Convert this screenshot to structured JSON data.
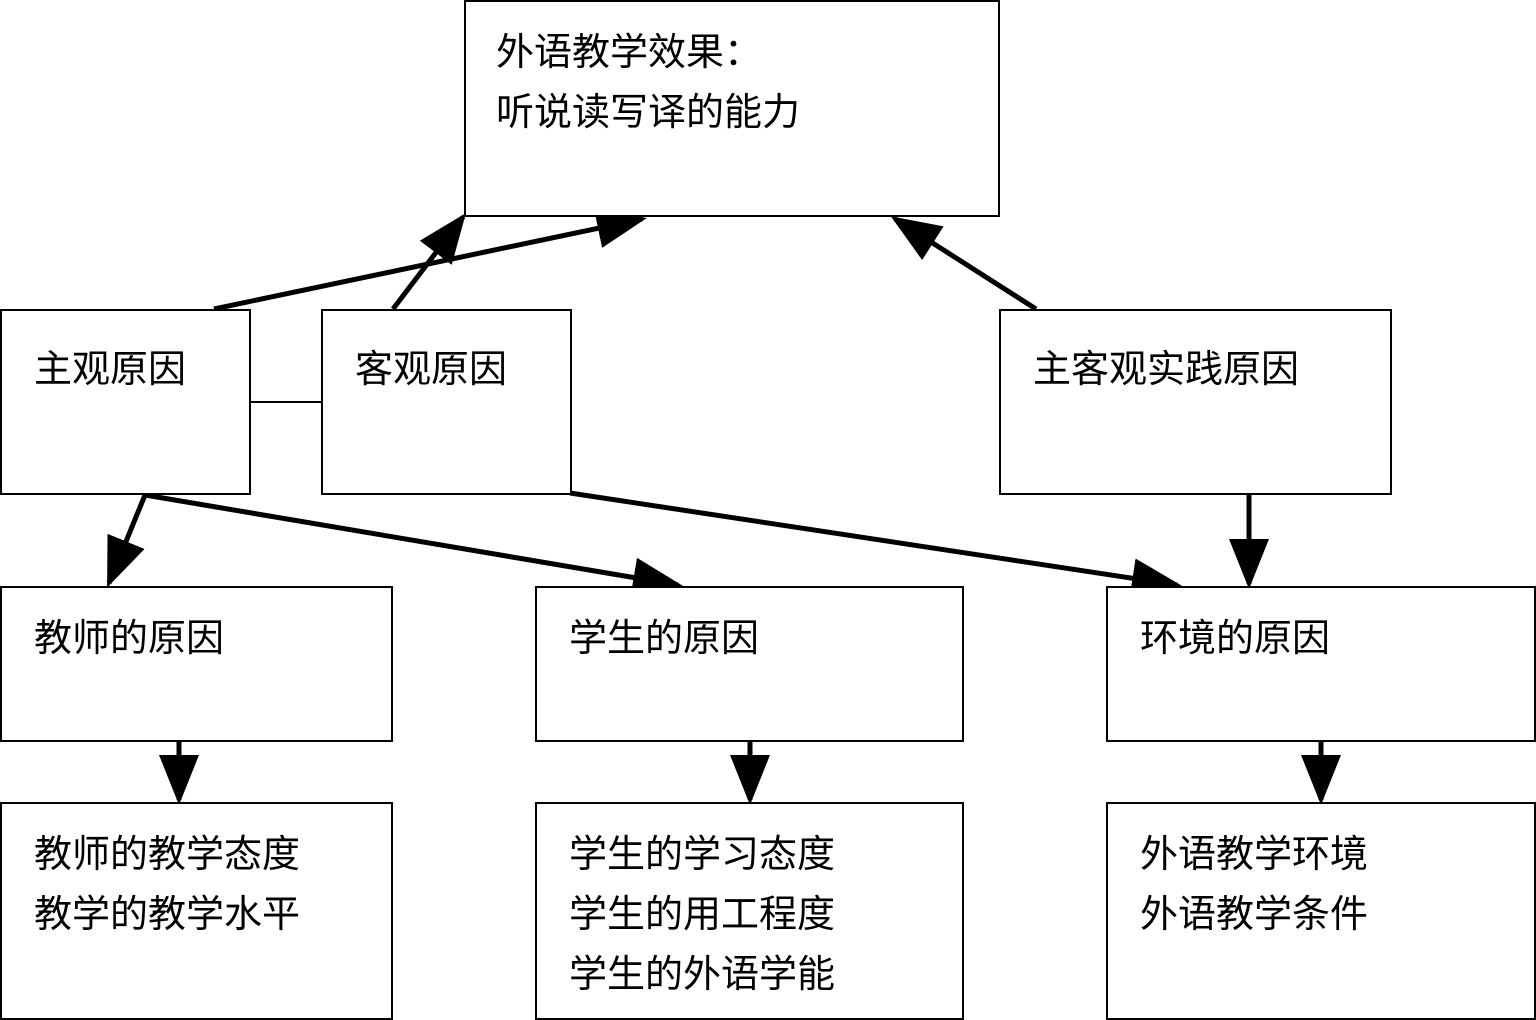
{
  "diagram": {
    "effect": {
      "lines": [
        "外语教学效果：",
        "听说读写译的能力"
      ]
    },
    "subjective": {
      "label": "主观原因"
    },
    "objective": {
      "label": "客观原因"
    },
    "practice": {
      "label": "主客观实践原因"
    },
    "teacher": {
      "label": "教师的原因",
      "details": [
        "教师的教学态度",
        "教学的教学水平"
      ]
    },
    "student": {
      "label": "学生的原因",
      "details": [
        "学生的学习态度",
        "学生的用工程度",
        "学生的外语学能"
      ]
    },
    "environment": {
      "label": "环境的原因",
      "details": [
        "外语教学环境",
        "外语教学条件"
      ]
    }
  }
}
